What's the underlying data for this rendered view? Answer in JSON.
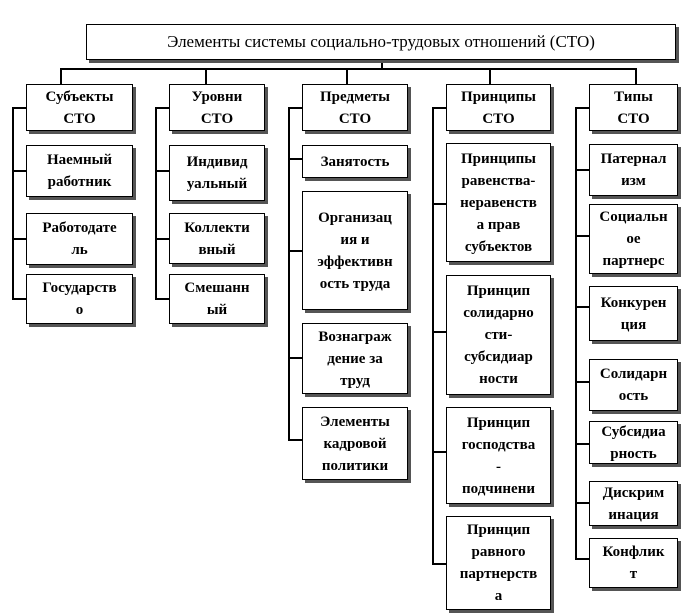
{
  "title": "Элементы системы социально-трудовых отношений (СТО)",
  "columns": [
    {
      "header": "Субъекты\nСТО",
      "items": [
        "Наемный\nработник",
        "Работодате\nль",
        "Государств\nо"
      ]
    },
    {
      "header": "Уровни\nСТО",
      "items": [
        "Индивид\nуальный",
        "Коллекти\nвный",
        "Смешанн\nый"
      ]
    },
    {
      "header": "Предметы\nСТО",
      "items": [
        "Занятость",
        "Организац\nия и\nэффективн\nость труда",
        "Вознаграж\nдение за\nтруд",
        "Элементы\nкадровой\nполитики"
      ]
    },
    {
      "header": "Принципы\nСТО",
      "items": [
        "Принципы\nравенства-\nнеравенств\nа прав\nсубъектов",
        "Принцип\nсолидарно\nсти-\nсубсидиар\nности",
        "Принцип\nгосподства\n-\nподчинени",
        "Принцип\nравного\nпартнерств\nа"
      ]
    },
    {
      "header": "Типы\nСТО",
      "items": [
        "Патернал\nизм",
        "Социальн\nое\nпартнерс",
        "Конкурен\nция",
        "Солидарн\nость",
        "Субсидиа\nрность",
        "Дискрим\nинация",
        "Конфлик\nт"
      ]
    }
  ]
}
